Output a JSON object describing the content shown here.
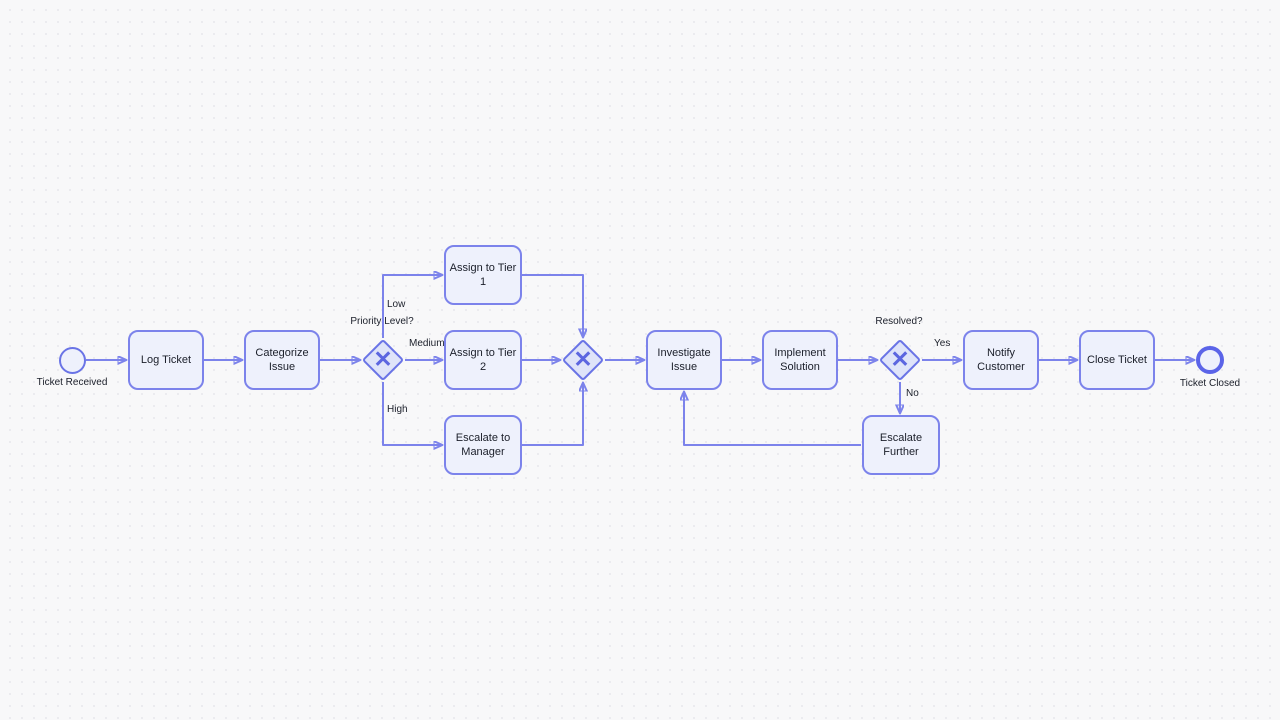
{
  "diagram_name": "ticket-handling-flow",
  "colors": {
    "background": "#f8f8f9",
    "node_fill": "#eef1fc",
    "node_border": "#7c83eb",
    "gateway_fill": "#dfe4f9",
    "gateway_border": "#6a74e6",
    "gateway_symbol": "#5c66e0",
    "end_event_border": "#5b64e8",
    "connector": "#7c83eb",
    "arrowhead": "#111111",
    "text": "#1b1f2a"
  },
  "events": {
    "start": {
      "label": "Ticket Received"
    },
    "end": {
      "label": "Ticket Closed"
    }
  },
  "tasks": [
    {
      "label": "Log Ticket"
    },
    {
      "label": "Categorize Issue"
    },
    {
      "label": "Assign to Tier 1"
    },
    {
      "label": "Assign to Tier 2"
    },
    {
      "label": "Escalate to Manager"
    },
    {
      "label": "Investigate Issue"
    },
    {
      "label": "Implement Solution"
    },
    {
      "label": "Escalate Further"
    },
    {
      "label": "Notify Customer"
    },
    {
      "label": "Close Ticket"
    }
  ],
  "gateways": [
    {
      "symbol": "✕",
      "question": "Priority Level?"
    },
    {
      "symbol": "✕",
      "question": ""
    },
    {
      "symbol": "✕",
      "question": "Resolved?"
    }
  ],
  "edge_labels": {
    "low": "Low",
    "medium": "Medium",
    "high": "High",
    "yes": "Yes",
    "no": "No"
  }
}
